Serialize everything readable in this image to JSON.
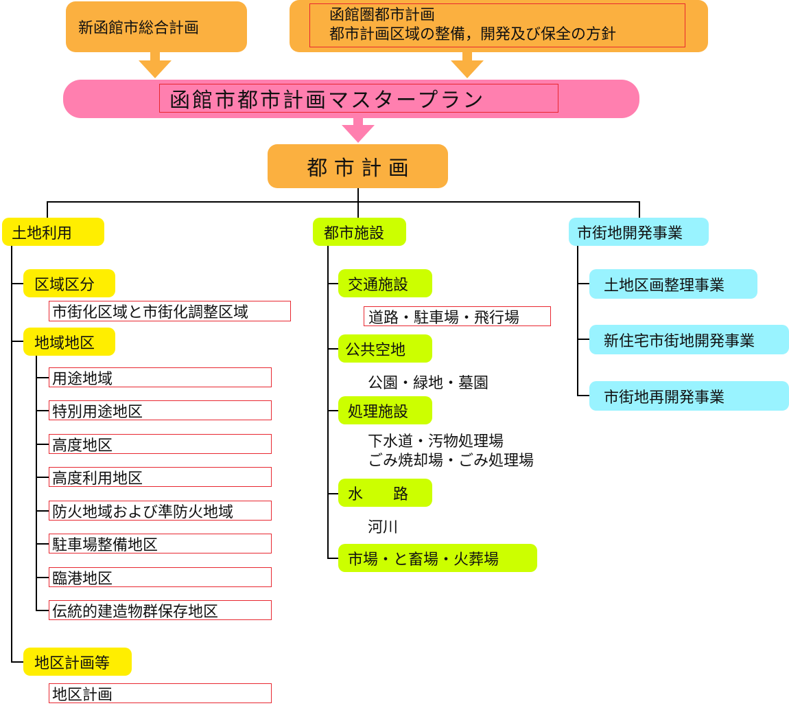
{
  "top": {
    "left_box": "新函館市総合計画",
    "right_box_line1": "函館圏都市計画",
    "right_box_line2": "都市計画区域の整備，開発及び保全の方針"
  },
  "master_plan": "函館市都市計画マスタープラン",
  "city_planning": "都 市 計 画",
  "land_use": {
    "title": "土地利用",
    "area_division": "区域区分",
    "area_division_detail": "市街化区域と市街化調整区域",
    "zone_district": "地域地区",
    "zones": [
      "用途地域",
      "特別用途地区",
      "高度地区",
      "高度利用地区",
      "防火地域および準防火地域",
      "駐車場整備地区",
      "臨港地区",
      "伝統的建造物群保存地区"
    ],
    "district_plan": "地区計画等",
    "district_plan_detail": "地区計画"
  },
  "facilities": {
    "title": "都市施設",
    "transport": "交通施設",
    "transport_detail": "道路・駐車場・飛行場",
    "open_space": "公共空地",
    "open_space_detail": "公園・緑地・墓園",
    "treatment": "処理施設",
    "treatment_detail1": "下水道・汚物処理場",
    "treatment_detail2": "ごみ焼却場・ごみ処理場",
    "waterway": "水　　路",
    "waterway_detail": "河川",
    "market": "市場・と畜場・火葬場"
  },
  "urban_dev": {
    "title": "市街地開発事業",
    "items": [
      "土地区画整理事業",
      "新住宅市街地開発事業",
      "市街地再開発事業"
    ]
  },
  "colors": {
    "orange": "#fbb040",
    "pink": "#ff7faf",
    "yellow": "#ffee00",
    "lime": "#ccff00",
    "cyan": "#99f3ff",
    "red_outline": "#e8262f"
  }
}
